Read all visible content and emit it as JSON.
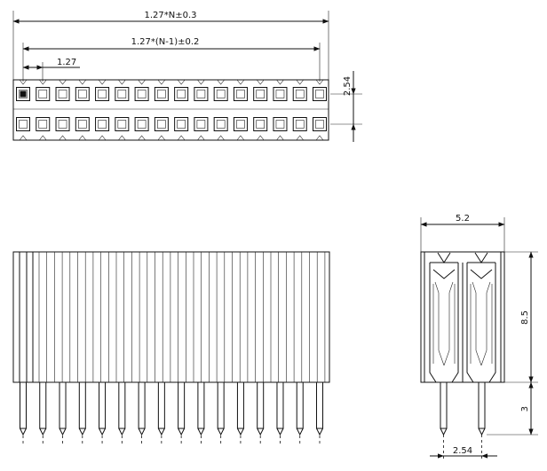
{
  "drawing": {
    "top_view": {
      "overall_dim": "1.27*N±0.3",
      "pitch_span_dim": "1.27*(N-1)±0.2",
      "pitch_dim": "1.27",
      "row_spacing_dim": "2.54",
      "pins_per_row": 16,
      "rows": 2
    },
    "front_view": {
      "pin_count": 16
    },
    "side_view": {
      "width_dim": "5.2",
      "height_dim": "8.5",
      "pin_length_dim": "3",
      "row_pitch_dim": "2.54"
    }
  }
}
